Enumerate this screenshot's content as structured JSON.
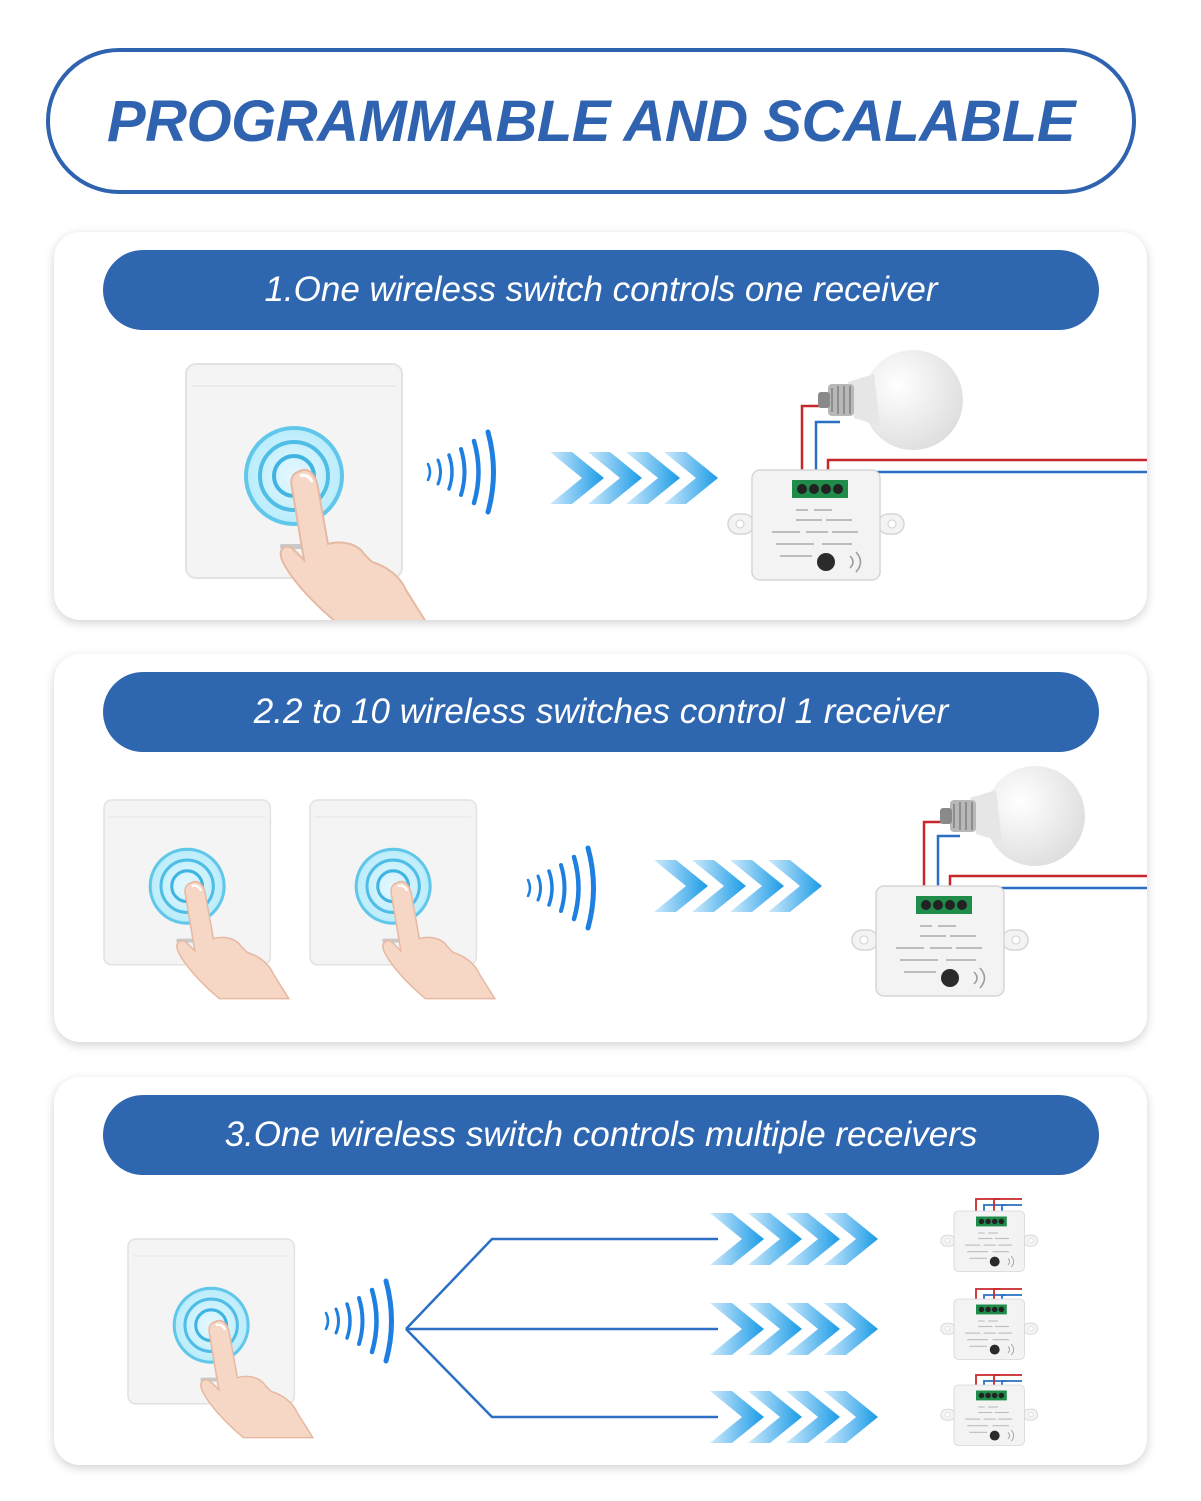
{
  "header": {
    "title": "PROGRAMMABLE AND SCALABLE"
  },
  "scenarios": [
    {
      "label": "1.One wireless switch controls one receiver"
    },
    {
      "label": "2.2 to 10 wireless switches control 1 receiver"
    },
    {
      "label": "3.One wireless switch controls multiple receivers"
    }
  ],
  "colors": {
    "brand_blue": "#2f63b0",
    "band_blue": "#2f66b0",
    "signal_blue": "#1e7fe0",
    "arrow_light": "#cfeafc",
    "arrow_dark": "#1a9be6",
    "wire_red": "#c8282c",
    "wire_blue": "#2b6fc4",
    "terminal_green": "#1f8c4a"
  },
  "icons": [
    "wall-switch-icon",
    "finger-press-icon",
    "wireless-signal-icon",
    "chevron-arrows-icon",
    "receiver-module-icon",
    "light-bulb-icon"
  ]
}
